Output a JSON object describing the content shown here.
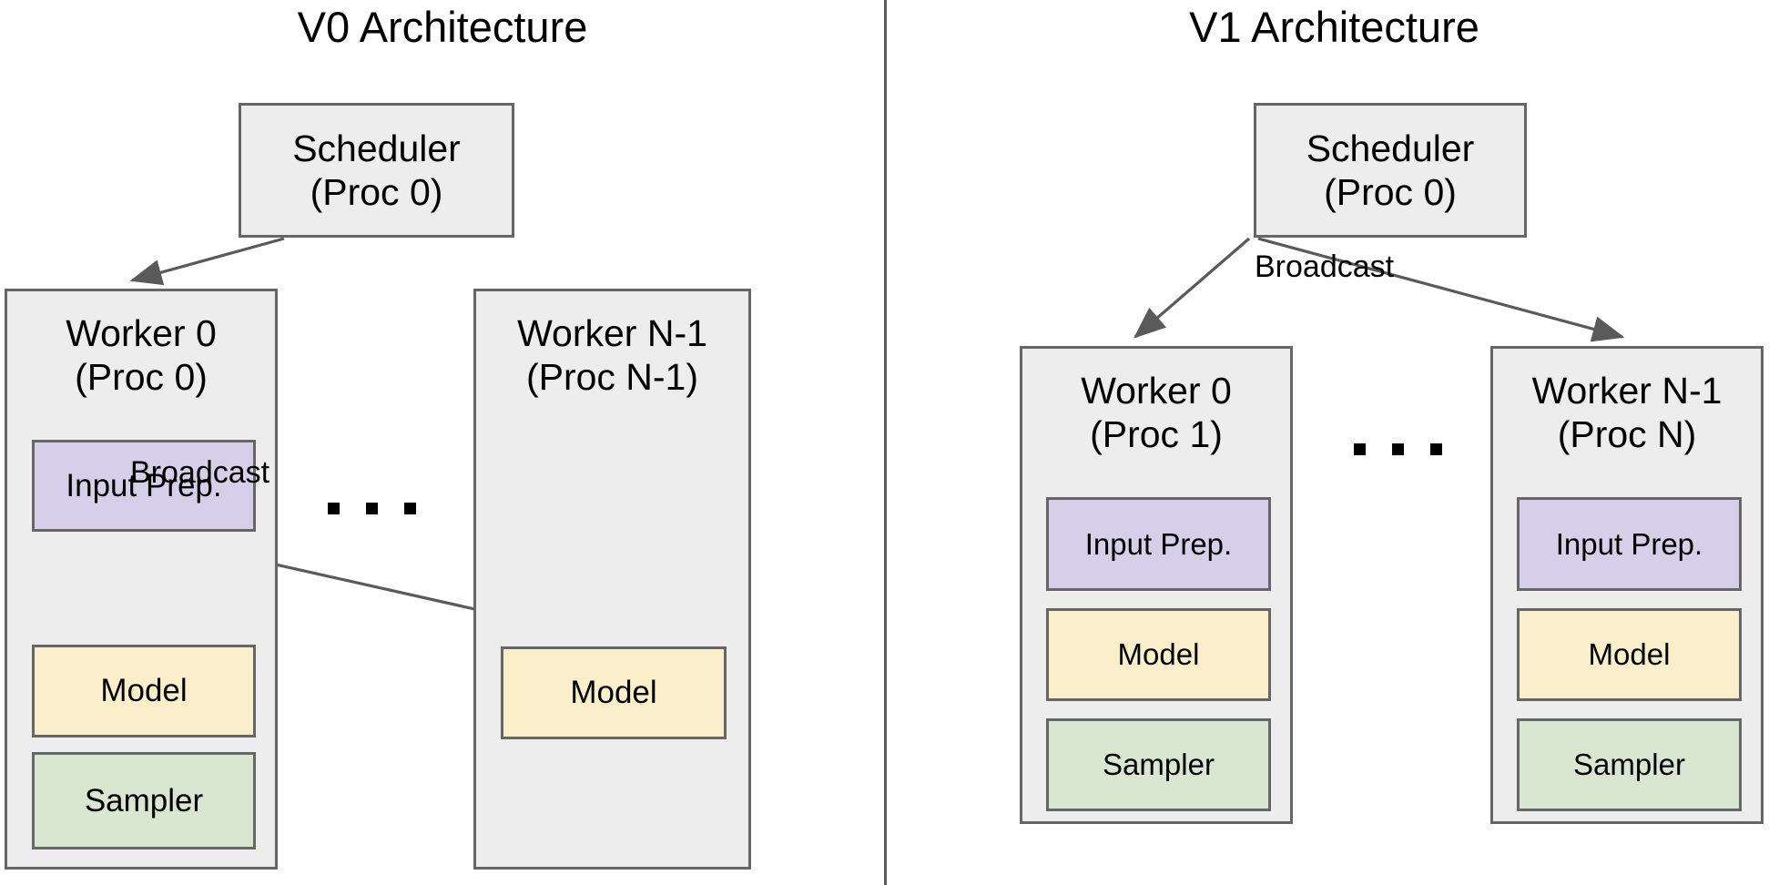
{
  "figure": {
    "kind": "architecture-comparison-diagram",
    "stroke_color": "#666666",
    "container_fill": "#ededed",
    "input_prep_fill": "#d5cfe9",
    "model_fill": "#fbeecb",
    "sampler_fill": "#d9e7d2",
    "text_color": "#000000",
    "background": "#ffffff"
  },
  "panels": [
    {
      "id": "v0",
      "title": "V0 Architecture",
      "scheduler": {
        "label": "Scheduler\n(Proc 0)"
      },
      "workers": [
        {
          "id": "worker-0",
          "label": "Worker 0\n(Proc 0)",
          "components": [
            {
              "id": "input-prep",
              "label": "Input Prep."
            },
            {
              "id": "model",
              "label": "Model"
            },
            {
              "id": "sampler",
              "label": "Sampler"
            }
          ]
        },
        {
          "id": "worker-n-1",
          "label": "Worker N-1\n(Proc N-1)",
          "components": [
            {
              "id": "model",
              "label": "Model"
            }
          ]
        }
      ],
      "ellipsis": "• • •",
      "edge_labels": [
        {
          "id": "broadcast",
          "label": "Broadcast"
        }
      ]
    },
    {
      "id": "v1",
      "title": "V1 Architecture",
      "scheduler": {
        "label": "Scheduler\n(Proc 0)"
      },
      "workers": [
        {
          "id": "worker-0",
          "label": "Worker 0\n(Proc 1)",
          "components": [
            {
              "id": "input-prep",
              "label": "Input Prep."
            },
            {
              "id": "model",
              "label": "Model"
            },
            {
              "id": "sampler",
              "label": "Sampler"
            }
          ]
        },
        {
          "id": "worker-n-1",
          "label": "Worker N-1\n(Proc N)",
          "components": [
            {
              "id": "input-prep",
              "label": "Input Prep."
            },
            {
              "id": "model",
              "label": "Model"
            },
            {
              "id": "sampler",
              "label": "Sampler"
            }
          ]
        }
      ],
      "ellipsis": "• • •",
      "edge_labels": [
        {
          "id": "broadcast",
          "label": "Broadcast"
        }
      ]
    }
  ]
}
